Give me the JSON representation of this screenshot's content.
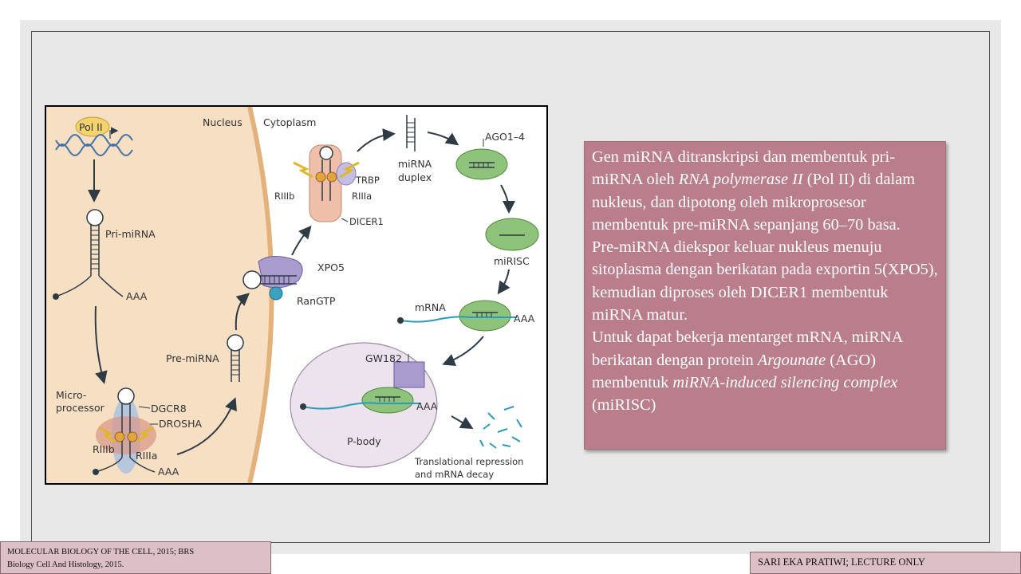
{
  "figure": {
    "labels": {
      "pol": "Pol II",
      "nucleus": "Nucleus",
      "cytoplasm": "Cytoplasm",
      "pri_mirna": "Pri-miRNA",
      "aaa": "AAA",
      "micro_line1": "Micro-",
      "micro_line2": "processor",
      "dgcr8": "DGCR8",
      "drosha": "DROSHA",
      "rnase_b": "RIIIb",
      "rnase_a": "RIIIa",
      "pre_mirna": "Pre-miRNA",
      "xpo5": "XPO5",
      "rangtp": "RanGTP",
      "trbp": "TRBP",
      "dicer1": "DICER1",
      "mirna_line1": "miRNA",
      "mirna_line2": "duplex",
      "ago": "AGO1–4",
      "mirisc": "miRISC",
      "mrna": "mRNA",
      "gw182": "GW182",
      "pbody": "P-body",
      "repress_line1": "Translational repression",
      "repress_line2": "and mRNA decay"
    }
  },
  "text_panel": {
    "p1_a": "Gen miRNA ditranskripsi dan membentuk pri-miRNA oleh ",
    "p1_em": "RNA polymerase II",
    "p1_b": " (Pol II) di dalam nukleus, dan dipotong oleh mikroprosesor membentuk pre-miRNA sepanjang 60–70 basa.",
    "p2": "Pre-miRNA diekspor keluar nukleus menuju sitoplasma dengan berikatan pada exportin 5(XPO5), kemudian diproses oleh DICER1 membentuk miRNA matur.",
    "p3_a": "Untuk dapat bekerja mentarget mRNA, miRNA berikatan dengan protein ",
    "p3_em1": "Argounate",
    "p3_b": " (AGO) membentuk ",
    "p3_em2": "miRNA-induced silencing complex",
    "p3_c": " (miRISC)"
  },
  "footer": {
    "reference_line1": "MOLECULAR BIOLOGY OF THE CELL, 2015; BRS",
    "reference_line2": "Biology Cell And Histology, 2015.",
    "author": "SARI EKA PRATIWI; LECTURE ONLY"
  },
  "colors": {
    "nucleus_fill": "#f7dfc4",
    "cytoplasm_fill": "#ffffff",
    "ago_green": "#8fc27a",
    "pbody_fill": "#ece3ef",
    "dicer_pink": "#efbfa9",
    "xpo5_purple": "#a99ad0",
    "text_panel": "#b97d8b",
    "footer_box": "#dcc0c6"
  }
}
